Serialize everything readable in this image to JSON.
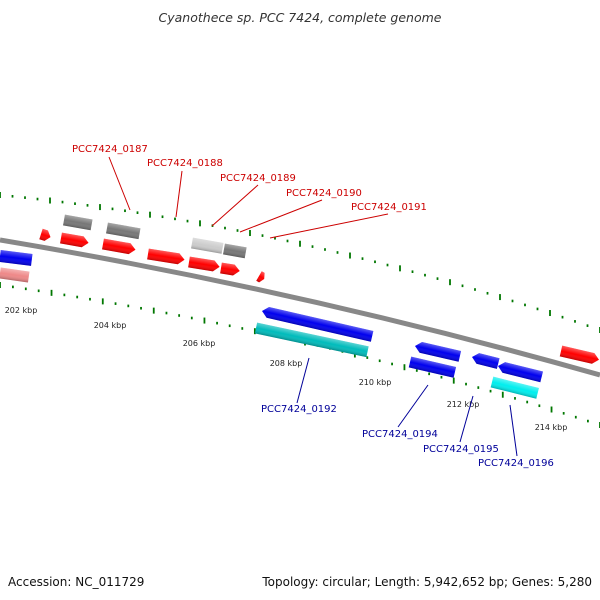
{
  "title": "Cyanothece sp. PCC 7424, complete genome",
  "footer": {
    "accession": "Accession: NC_011729",
    "summary": "Topology: circular; Length: 5,942,652 bp; Genes: 5,280"
  },
  "scale_labels": [
    "202 kbp",
    "204 kbp",
    "206 kbp",
    "208 kbp",
    "210 kbp",
    "212 kbp",
    "214 kbp"
  ],
  "forward_labels": [
    "PCC7424_0187",
    "PCC7424_0188",
    "PCC7424_0189",
    "PCC7424_0190",
    "PCC7424_0191"
  ],
  "reverse_labels": [
    "PCC7424_0192",
    "PCC7424_0194",
    "PCC7424_0195",
    "PCC7424_0196"
  ],
  "colors": {
    "forward_gene": "#ff0000",
    "reverse_gene": "#0000ee",
    "pseudo_gene": "#777777",
    "light_gene": "#cccccc",
    "rna_teal": "#00bbbb",
    "rna_cyan": "#00eeee",
    "faded_red": "#ee8888",
    "backbone": "#888888",
    "tick": "#007700",
    "forward_label": "#cc0000",
    "reverse_label": "#000099"
  }
}
